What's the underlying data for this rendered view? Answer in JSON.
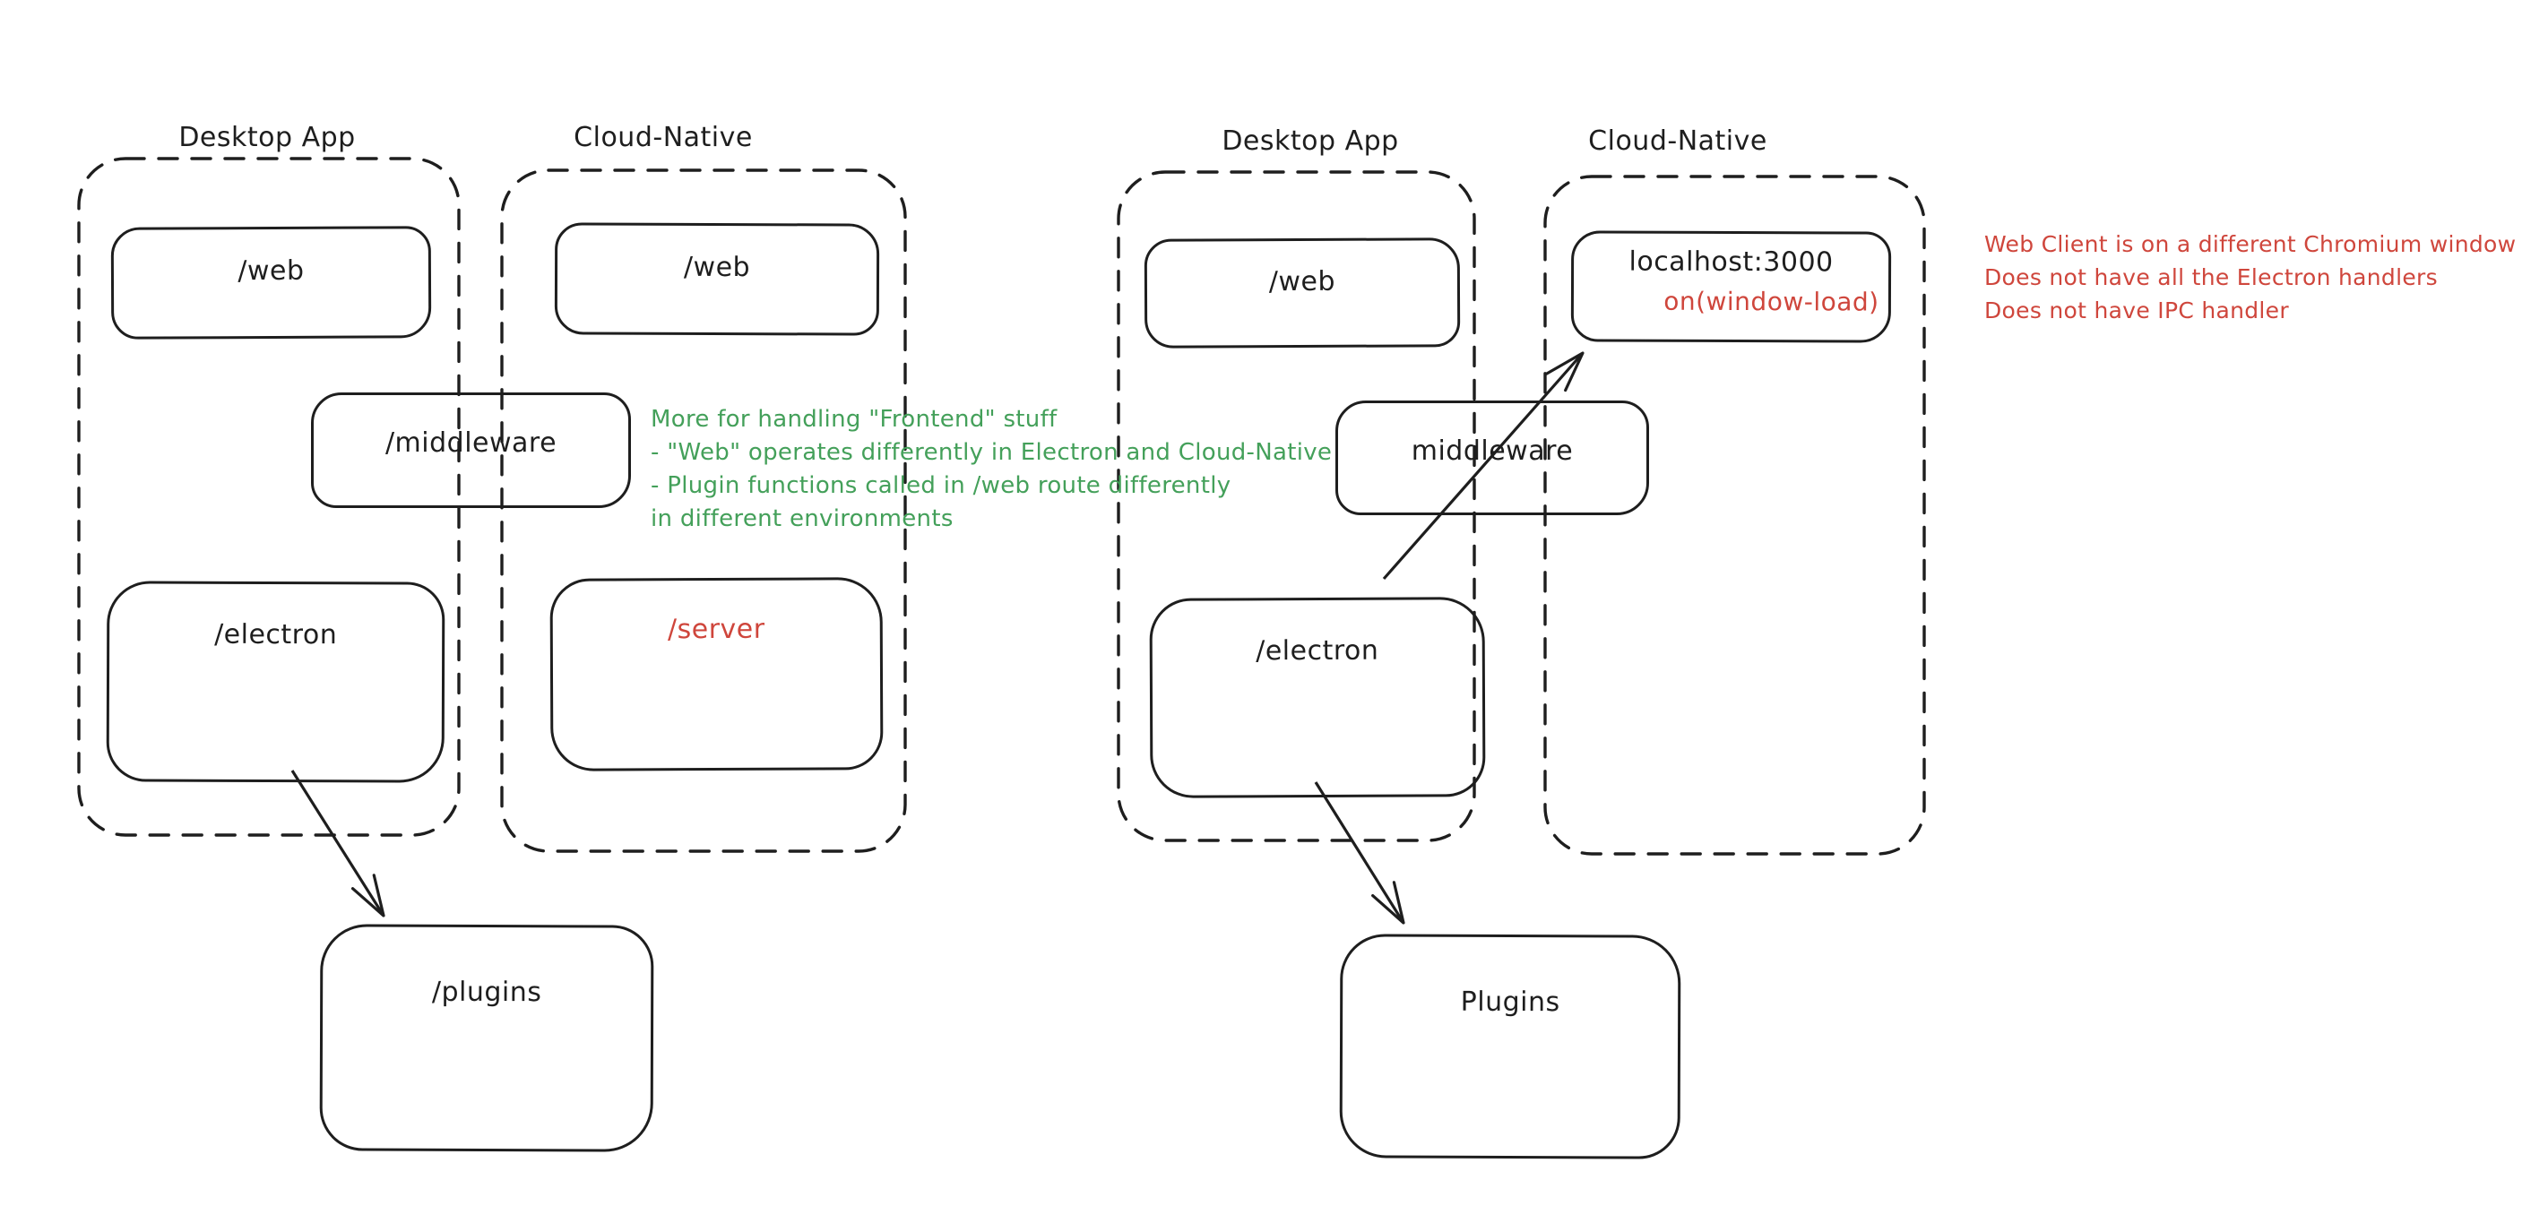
{
  "colors": {
    "background": "#ffffff",
    "ink": "#1e1e1e",
    "green": "#44a05a",
    "red": "#cf463c"
  },
  "left": {
    "desktop_title": "Desktop App",
    "cloud_title": "Cloud-Native",
    "nodes": {
      "web_desktop": "/web",
      "web_cloud": "/web",
      "middleware": "/middleware",
      "electron": "/electron",
      "server": "/server",
      "plugins": "/plugins"
    }
  },
  "right": {
    "desktop_title": "Desktop App",
    "cloud_title": "Cloud-Native",
    "nodes": {
      "web": "/web",
      "localhost": "localhost:3000",
      "localhost_event": "on(window-load)",
      "middleware": "middleware",
      "electron": "/electron",
      "plugins": "Plugins"
    }
  },
  "notes": {
    "green": {
      "color": "#44a05a",
      "lines": [
        "More for handling \"Frontend\" stuff",
        "- \"Web\" operates differently in Electron and Cloud-Native",
        "- Plugin functions called in /web route differently",
        "in different environments"
      ]
    },
    "red": {
      "color": "#cf463c",
      "lines": [
        "Web Client is on a different Chromium window",
        "Does not have all the Electron handlers",
        "Does not have IPC handler"
      ]
    }
  }
}
